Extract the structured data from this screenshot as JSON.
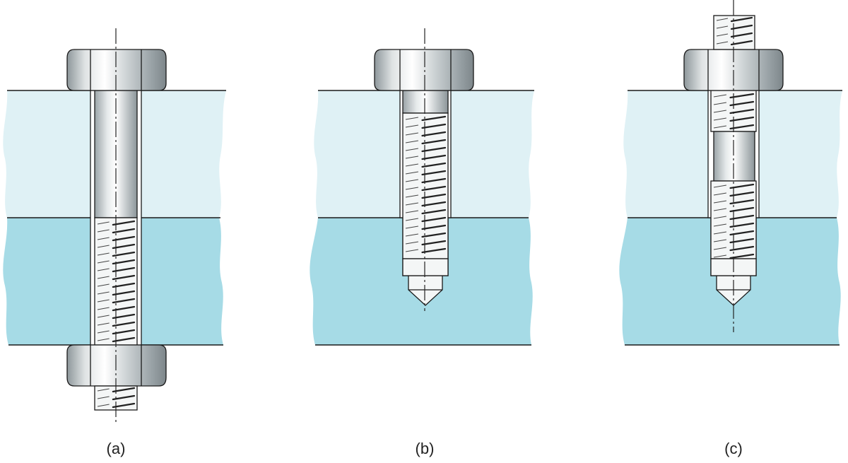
{
  "figure": {
    "panels": [
      {
        "id": "a",
        "caption": "(a)",
        "fastener": "through-bolt-with-nut"
      },
      {
        "id": "b",
        "caption": "(b)",
        "fastener": "cap-screw-in-tapped-hole"
      },
      {
        "id": "c",
        "caption": "(c)",
        "fastener": "stud-with-nut"
      }
    ],
    "colors": {
      "top_plate": "#dff1f5",
      "bottom_plate": "#a6dbe6",
      "outline": "#1a1a1a",
      "steel_light": "#f2f4f4",
      "steel_mid": "#c7cdcf",
      "steel_dark": "#8e979b",
      "thread_stroke": "#222222",
      "center_line": "#222222"
    }
  }
}
